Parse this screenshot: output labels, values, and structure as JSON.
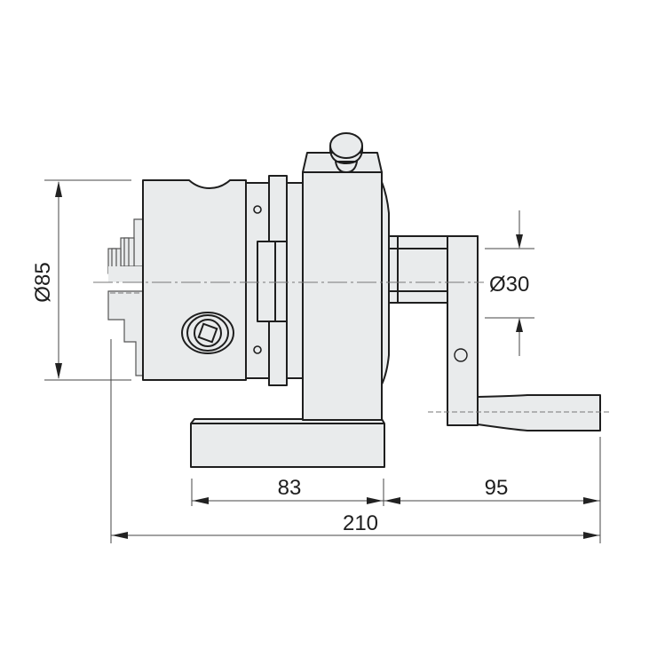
{
  "drawing": {
    "type": "technical side-view drawing",
    "subject": "dividing head with 3-jaw chuck and hand crank",
    "colors": {
      "part_fill": "#e9ebec",
      "outline": "#1e1e1e",
      "dimension_line": "#444444",
      "background": "#ffffff"
    }
  },
  "dimensions": {
    "chuck_diameter": {
      "label": "Ø85",
      "value": 85,
      "orientation": "vertical"
    },
    "shaft_diameter": {
      "label": "Ø30",
      "value": 30,
      "orientation": "vertical"
    },
    "base_length": {
      "label": "83",
      "value": 83,
      "orientation": "horizontal"
    },
    "crank_length": {
      "label": "95",
      "value": 95,
      "orientation": "horizontal"
    },
    "overall_length": {
      "label": "210",
      "value": 210,
      "orientation": "horizontal"
    }
  },
  "components": [
    {
      "name": "three-jaw chuck"
    },
    {
      "name": "chuck jaws"
    },
    {
      "name": "chuck key socket"
    },
    {
      "name": "mounting flange"
    },
    {
      "name": "head column"
    },
    {
      "name": "index knob"
    },
    {
      "name": "spindle shaft"
    },
    {
      "name": "crank arm"
    },
    {
      "name": "crank handle"
    },
    {
      "name": "base"
    }
  ]
}
